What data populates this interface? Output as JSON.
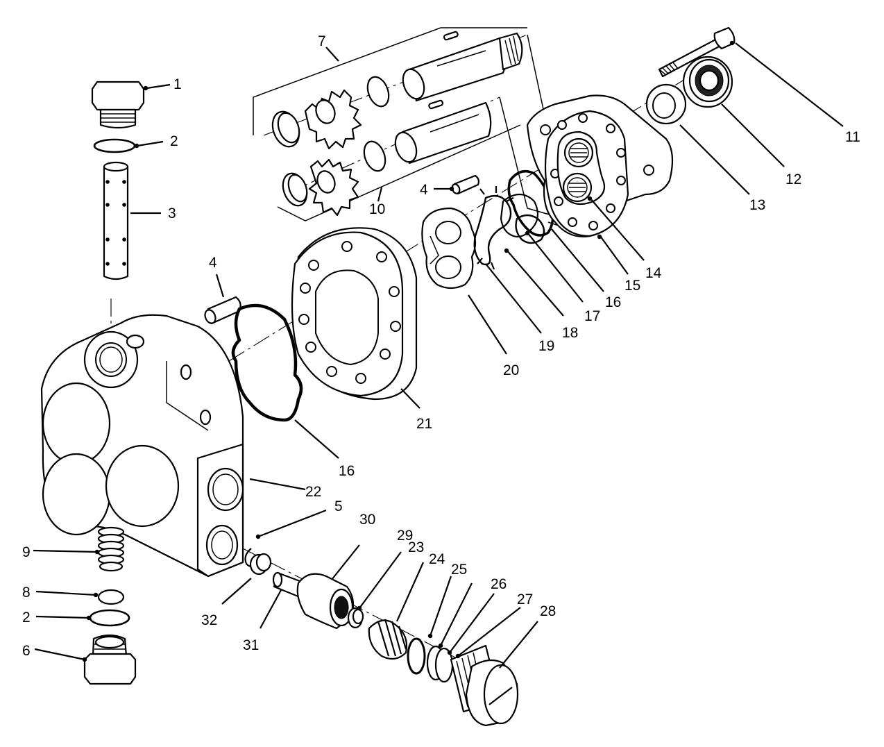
{
  "callouts": {
    "c1": "1",
    "c2a": "2",
    "c3": "3",
    "c4a": "4",
    "c4b": "4",
    "c5": "5",
    "c6": "6",
    "c7": "7",
    "c8": "8",
    "c9": "9",
    "c10": "10",
    "c11": "11",
    "c12": "12",
    "c13": "13",
    "c14": "14",
    "c15": "15",
    "c16a": "16",
    "c16b": "16",
    "c17": "17",
    "c18": "18",
    "c19": "19",
    "c20": "20",
    "c21": "21",
    "c22": "22",
    "c23": "23",
    "c24": "24",
    "c25": "25",
    "c26": "26",
    "c27": "27",
    "c28": "28",
    "c29": "29",
    "c30": "30",
    "c31": "31",
    "c32": "32",
    "c2b": "2"
  }
}
